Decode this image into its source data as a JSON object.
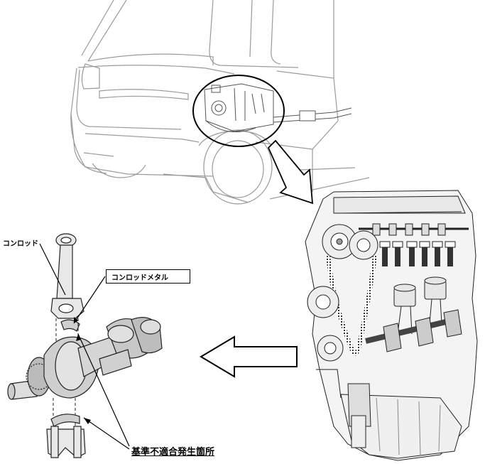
{
  "labels": {
    "conrod": "コンロッド",
    "conrod_metal": "コンロッドメタル",
    "defect_location": "基準不適合発生箇所"
  },
  "colors": {
    "line": "#000000",
    "vehicle_line": "#8a8a8a",
    "background": "#ffffff"
  }
}
